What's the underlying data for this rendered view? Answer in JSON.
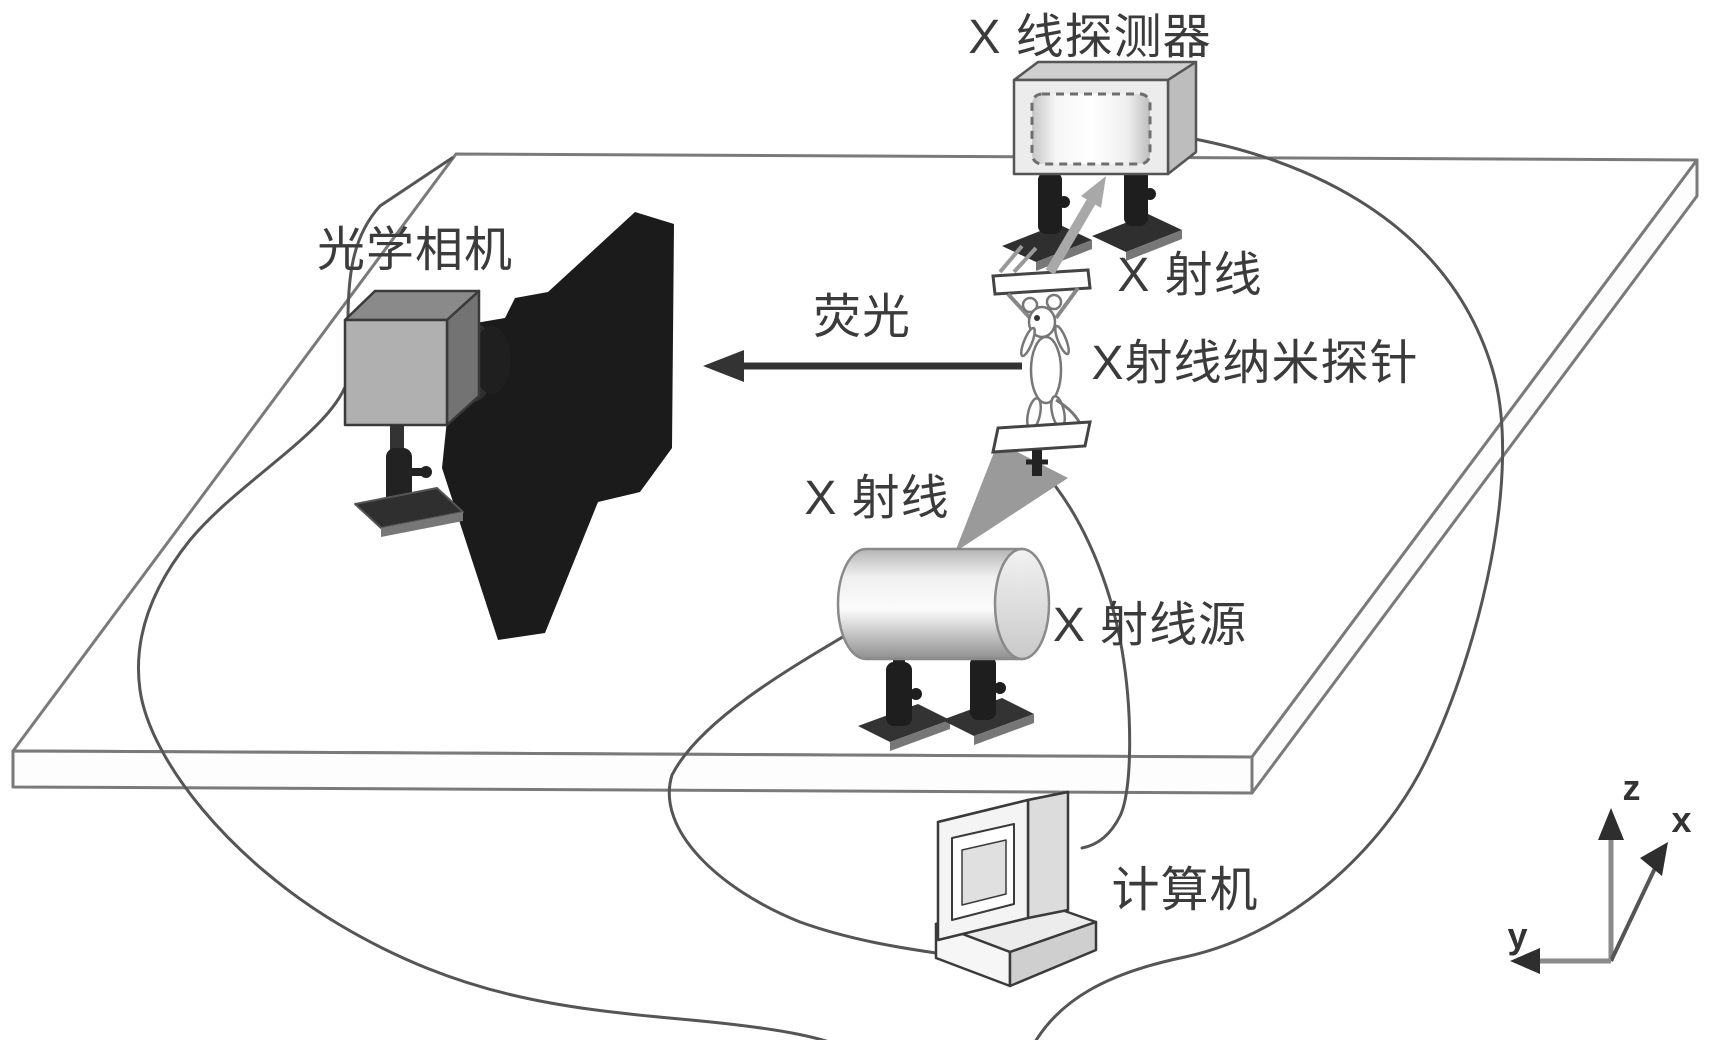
{
  "diagram": {
    "labels": {
      "detector": "X 线探测器",
      "optical_camera": "光学相机",
      "fluorescence": "荧光",
      "xray_to_detector": "X 射线",
      "nano_probe": "X射线纳米探针",
      "xray_from_source": "X 射线",
      "xray_source": "X 射线源",
      "computer": "计算机"
    },
    "axes": {
      "z": "z",
      "x": "x",
      "y": "y"
    },
    "colors": {
      "background": "#ffffff",
      "line": "#555555",
      "text": "#3b3b3b",
      "shield_black": "#1b1b1b",
      "camera_gray": "#b0b0b0",
      "beam_gray": "#9a9a9a",
      "stand_dark": "#1e1e1e"
    }
  }
}
